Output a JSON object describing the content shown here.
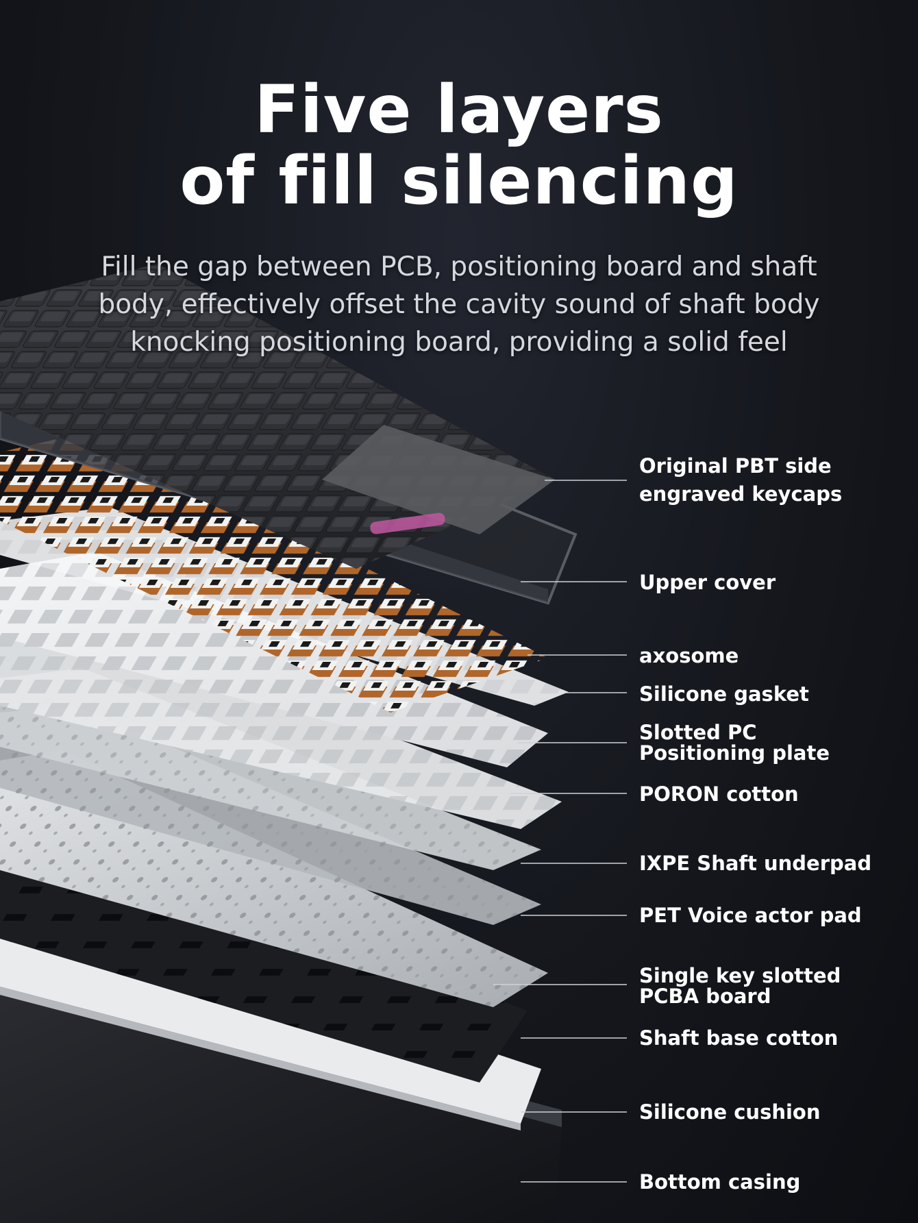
{
  "header": {
    "title_line1": "Five layers",
    "title_line2": "of fill silencing",
    "subtitle": "Fill the gap between PCB, positioning board and shaft body, effectively offset the cavity sound of shaft body knocking positioning board, providing a solid feel"
  },
  "layers": [
    {
      "line1": "Original PBT side",
      "line2": "engraved keycaps"
    },
    {
      "line1": "Upper cover",
      "line2": ""
    },
    {
      "line1": "axosome",
      "line2": ""
    },
    {
      "line1": "Silicone gasket",
      "line2": ""
    },
    {
      "line1": "Slotted PC",
      "line2": "Positioning plate"
    },
    {
      "line1": "PORON cotton",
      "line2": ""
    },
    {
      "line1": "IXPE Shaft underpad",
      "line2": ""
    },
    {
      "line1": "PET Voice actor pad",
      "line2": ""
    },
    {
      "line1": "Single key slotted",
      "line2": "PCBA board"
    },
    {
      "line1": "Shaft base cotton",
      "line2": ""
    },
    {
      "line1": "Silicone cushion",
      "line2": ""
    },
    {
      "line1": "Bottom casing",
      "line2": ""
    }
  ],
  "colors": {
    "background": "#15171d",
    "title": "#ffffff",
    "subtitle": "#d6d8e0",
    "leader_line": "#cfd2d8",
    "keycap_dark": "#2b2d31",
    "keycap_grey": "#5a5c5f",
    "switch_housing_brown": "#b0662a",
    "plate_white": "#eceef0",
    "pcb_silver": "#c9ccd0",
    "foam_black": "#1c1d21"
  },
  "icons": {
    "art": "exploded-keyboard-illustration"
  }
}
